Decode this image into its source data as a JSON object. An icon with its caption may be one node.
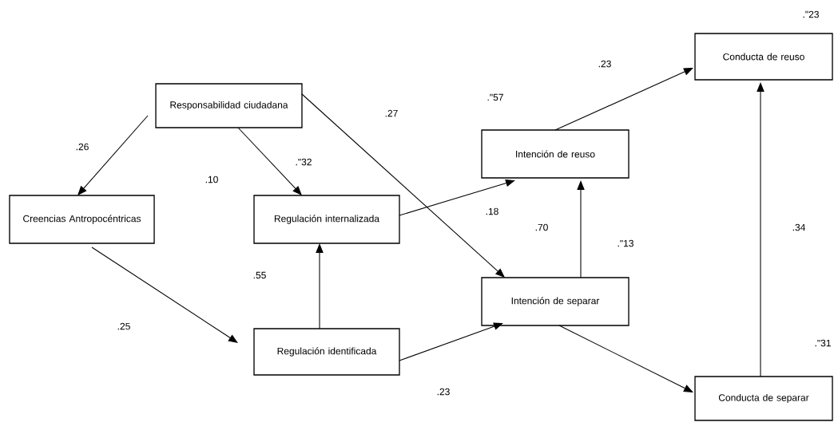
{
  "diagram": {
    "nodes": [
      {
        "text": [
          "Responsabilidad ciudadana"
        ]
      },
      {
        "text": [
          "Creencias Antropocéntricas"
        ]
      },
      {
        "text": [
          "Regulación internalizada"
        ]
      },
      {
        "text": [
          "Intención de reuso"
        ]
      },
      {
        "text": [
          "Conducta de reuso"
        ]
      },
      {
        "text": [
          "Intención de separar"
        ]
      },
      {
        "text": [
          "Regulación identificada"
        ]
      },
      {
        "text": [
          "Conducta de separar"
        ]
      }
    ],
    "edges": [
      {
        "from": 0,
        "to": 1,
        "arrow": "to"
      },
      {
        "from": 0,
        "to": 2,
        "arrow": "to"
      },
      {
        "from": 0,
        "to": 5,
        "arrow": "to"
      },
      {
        "from": 1,
        "to": 6,
        "arrow": "to"
      },
      {
        "from": 6,
        "to": 2,
        "arrow": "to"
      },
      {
        "from": 6,
        "to": 5,
        "arrow": "to"
      },
      {
        "from": 2,
        "to": 3,
        "arrow": "to"
      },
      {
        "from": 5,
        "to": 3,
        "arrow": "to"
      },
      {
        "from": 3,
        "to": 4,
        "arrow": "to"
      },
      {
        "from": 5,
        "to": 7,
        "arrow": "to"
      },
      {
        "from": 7,
        "to": 4,
        "arrow": "to"
      }
    ],
    "labels": [
      ".\"23",
      ".23",
      ".\"57",
      ".27",
      ".26",
      ".\"32",
      ".10",
      ".18",
      ".70",
      ".34",
      ".\"13",
      ".55",
      ".25",
      ".\"31",
      ".23"
    ]
  }
}
